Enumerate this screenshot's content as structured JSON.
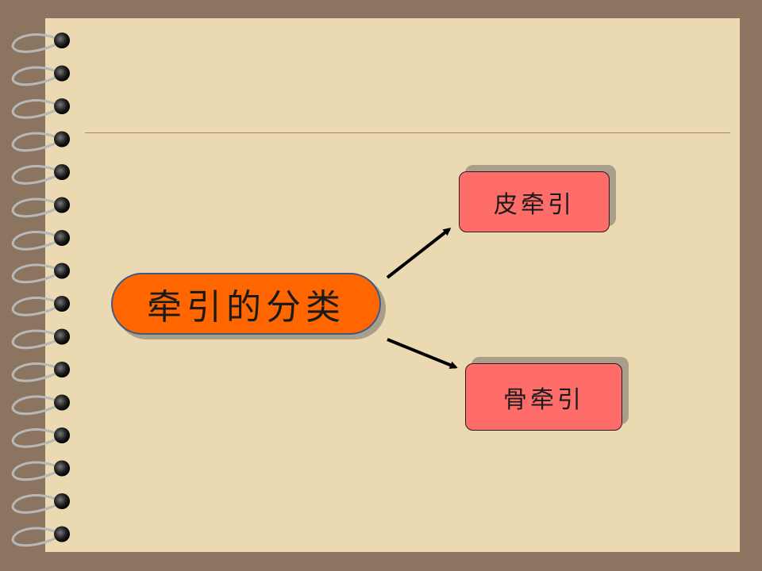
{
  "diagram": {
    "root": {
      "label": "牵引的分类"
    },
    "children": [
      {
        "label": "皮牵引"
      },
      {
        "label": "骨牵引"
      }
    ]
  },
  "colors": {
    "background": "#8b7560",
    "paper": "#ead9b1",
    "root_fill": "#ff6600",
    "child_fill": "#ff6d6b",
    "arrow": "#000000"
  },
  "icons": {
    "binding": "spiral-binding-icon"
  }
}
